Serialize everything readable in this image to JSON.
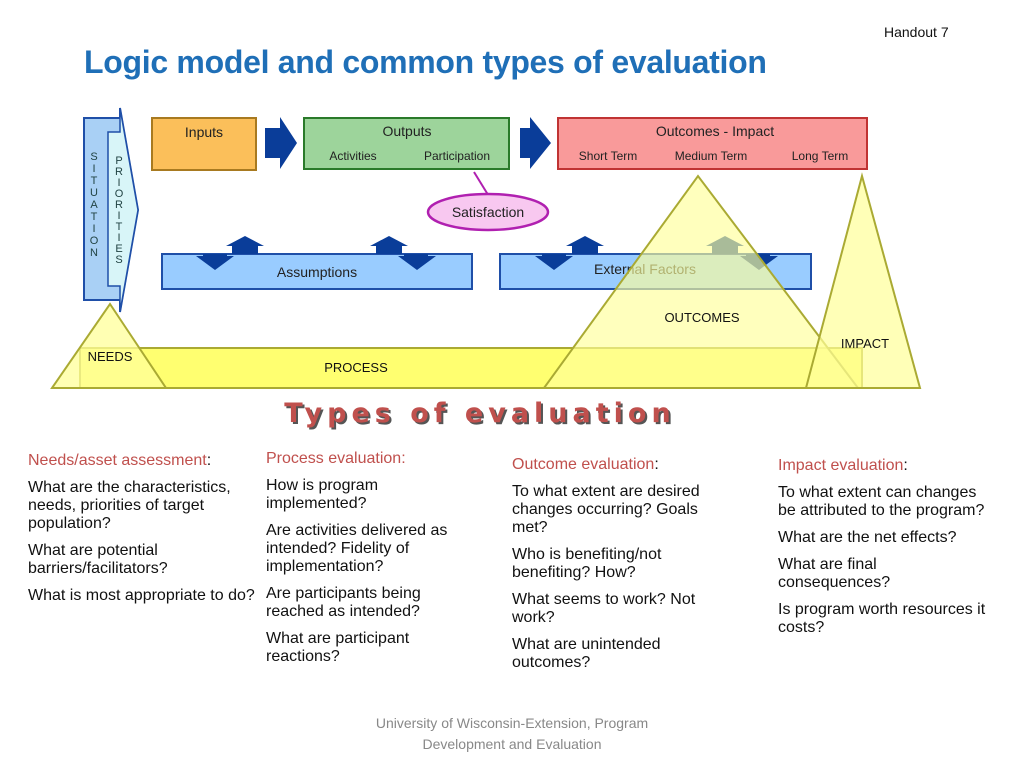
{
  "header": {
    "handout_label": "Handout 7",
    "title": "Logic model and common types of evaluation"
  },
  "diagram": {
    "situation": "SITUATION",
    "priorities": "PRIORITIES",
    "inputs": {
      "label": "Inputs",
      "color": "#fbbf5a"
    },
    "outputs": {
      "label": "Outputs",
      "sub": [
        "Activities",
        "Participation"
      ],
      "color": "#9dd49b"
    },
    "outcomes_impact": {
      "label": "Outcomes - Impact",
      "sub": [
        "Short Term",
        "Medium Term",
        "Long Term"
      ],
      "color": "#f99a9a"
    },
    "satisfaction": "Satisfaction",
    "assumptions": "Assumptions",
    "external_factors": "External Factors",
    "bands": {
      "needs": "NEEDS",
      "process": "PROCESS",
      "outcomes": "OUTCOMES",
      "impact": "IMPACT"
    },
    "colors": {
      "arrow_blue": "#003d99",
      "box_blue": "#99ccff",
      "yellow": "#ffff99",
      "yellow_stroke": "#aaaa33"
    }
  },
  "types_heading": "Types of evaluation",
  "columns": [
    {
      "heading": "Needs/asset assessment",
      "colon": ":",
      "questions": [
        "What are the characteristics, needs, priorities  of target population?",
        "What are potential barriers/facilitators?",
        "What is most appropriate to do?"
      ]
    },
    {
      "heading": "Process evaluation:",
      "colon": "",
      "questions": [
        "How is program implemented?",
        "Are activities delivered as intended? Fidelity of implementation?",
        "Are participants being reached as intended?",
        "What are participant reactions?"
      ]
    },
    {
      "heading": "Outcome evaluation",
      "colon": ":",
      "questions": [
        "To what extent are desired changes occurring?  Goals met?",
        "Who is benefiting/not benefiting? How?",
        "What seems to work? Not work?",
        "What are unintended outcomes?"
      ]
    },
    {
      "heading": "Impact evaluation",
      "colon": ":",
      "questions": [
        "To what extent can changes be attributed to the program?",
        "What are the net effects?",
        "What are final consequences?",
        "Is program worth resources it costs?"
      ]
    }
  ],
  "footer": {
    "line1": "University of Wisconsin-Extension, Program",
    "line2": "Development and Evaluation"
  }
}
